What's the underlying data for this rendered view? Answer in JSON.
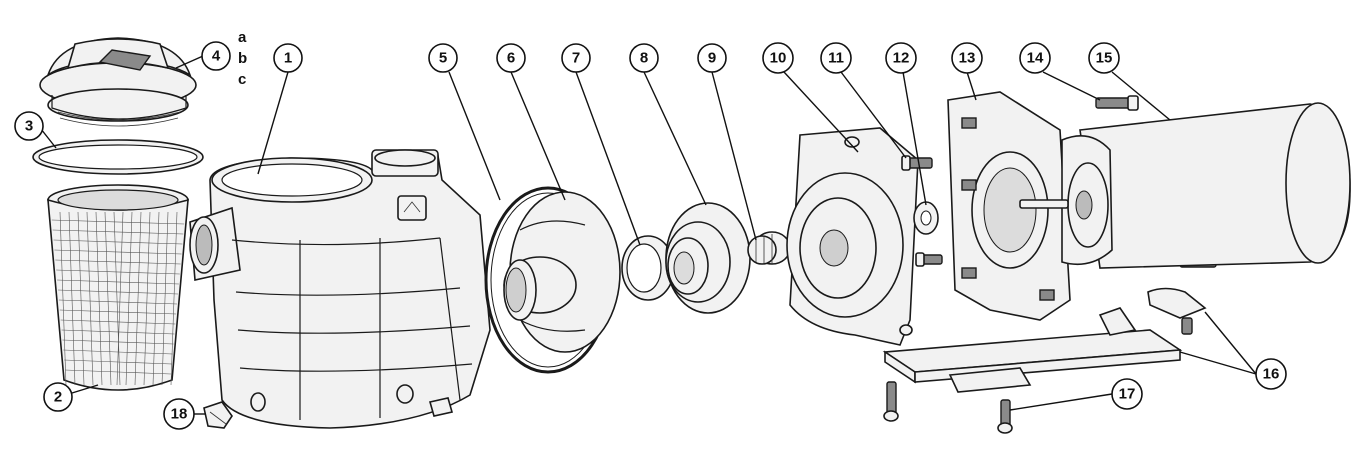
{
  "callouts": [
    "1",
    "2",
    "3",
    "4",
    "5",
    "6",
    "7",
    "8",
    "9",
    "10",
    "11",
    "12",
    "13",
    "14",
    "15",
    "16",
    "17",
    "18"
  ],
  "variants": [
    "a",
    "b",
    "c"
  ],
  "colors": {
    "line": "#1a1a1a",
    "fill": "#f2f2f2",
    "shade": "#8a8a8a",
    "background": "#ffffff"
  }
}
